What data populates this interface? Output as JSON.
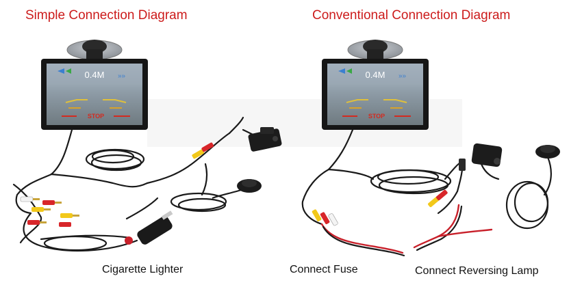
{
  "titles": {
    "simple": "Simple Connection Diagram",
    "conventional": "Conventional Connection Diagram"
  },
  "captions": {
    "cigarette": "Cigarette Lighter",
    "fuse": "Connect Fuse",
    "reversing": "Connect Reversing Lamp"
  },
  "monitor": {
    "distance": "0.4M",
    "stop": "STOP"
  },
  "colors": {
    "title": "#cc1b1b",
    "cable": "#1a1a1a",
    "rca_yellow": "#f2c81a",
    "rca_red": "#d8262a",
    "rca_white": "#f4f4f4",
    "power_red": "#c8202a"
  }
}
